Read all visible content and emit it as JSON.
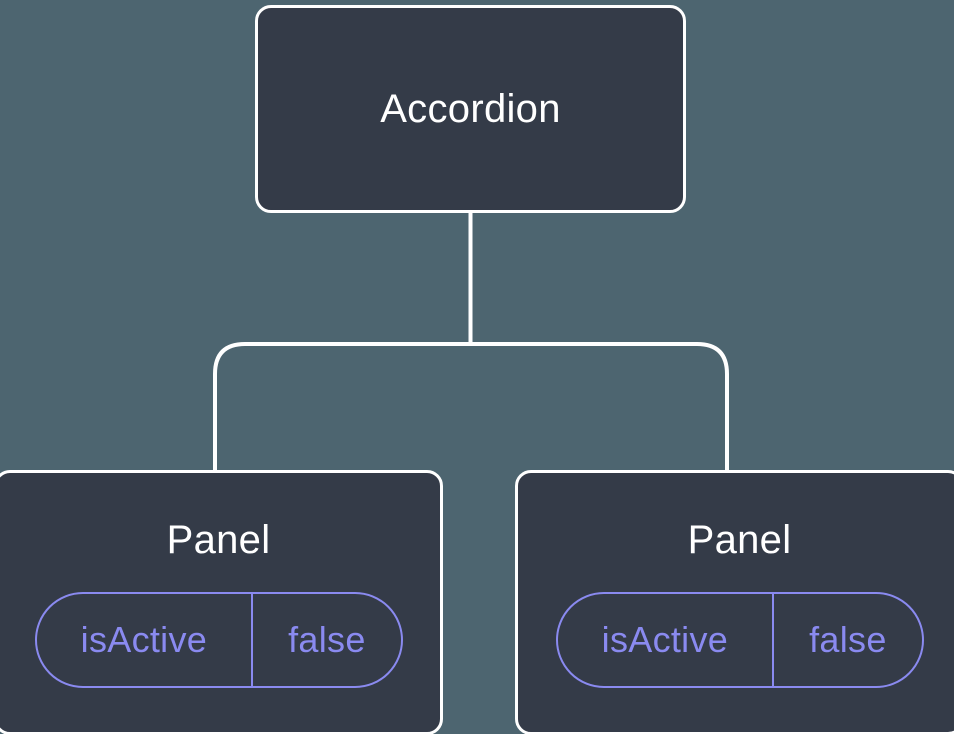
{
  "tree": {
    "root": {
      "label": "Accordion"
    },
    "children": [
      {
        "label": "Panel",
        "state": {
          "name": "isActive",
          "value": "false"
        }
      },
      {
        "label": "Panel",
        "state": {
          "name": "isActive",
          "value": "false"
        }
      }
    ]
  },
  "colors": {
    "background": "#4d6570",
    "node_fill": "#343b48",
    "node_border": "#ffffff",
    "node_text": "#ffffff",
    "connector": "#ffffff",
    "state_accent": "#8a8af0"
  }
}
